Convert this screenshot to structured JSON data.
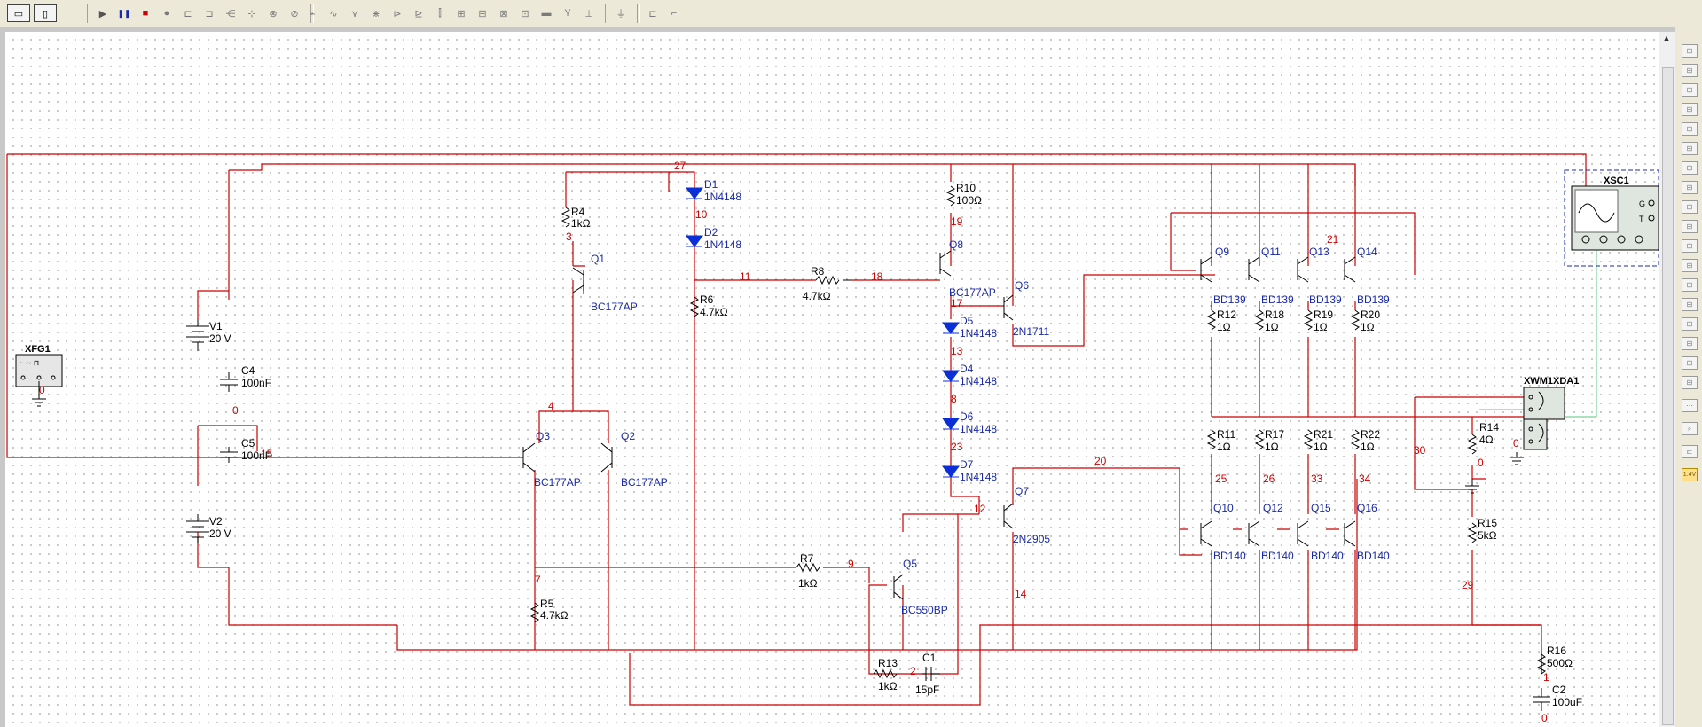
{
  "toolbar": {
    "view_mode_1": "▭",
    "view_mode_2": "▯",
    "run": "▶",
    "pause": "❚❚",
    "stop": "■"
  },
  "instruments": {
    "function_generator": "XFG1",
    "oscilloscope": "XSC1",
    "distortion_analyzer": "XWM1XDA1"
  },
  "components": {
    "V1": {
      "ref": "V1",
      "value": "20 V"
    },
    "V2": {
      "ref": "V2",
      "value": "20 V"
    },
    "C4": {
      "ref": "C4",
      "value": "100nF"
    },
    "C5": {
      "ref": "C5",
      "value": "100nF"
    },
    "C1": {
      "ref": "C1",
      "value": "15pF"
    },
    "C2": {
      "ref": "C2",
      "value": "100uF"
    },
    "R4": {
      "ref": "R4",
      "value": "1kΩ"
    },
    "R5": {
      "ref": "R5",
      "value": "4.7kΩ"
    },
    "R6": {
      "ref": "R6",
      "value": "4.7kΩ"
    },
    "R7": {
      "ref": "R7",
      "value": "1kΩ"
    },
    "R8": {
      "ref": "R8",
      "value": "4.7kΩ"
    },
    "R10": {
      "ref": "R10",
      "value": "100Ω"
    },
    "R11": {
      "ref": "R11",
      "value": "1Ω"
    },
    "R12": {
      "ref": "R12",
      "value": "1Ω"
    },
    "R13": {
      "ref": "R13",
      "value": "1kΩ"
    },
    "R14": {
      "ref": "R14",
      "value": "4Ω"
    },
    "R15": {
      "ref": "R15",
      "value": "5kΩ"
    },
    "R16": {
      "ref": "R16",
      "value": "500Ω"
    },
    "R17": {
      "ref": "R17",
      "value": "1Ω"
    },
    "R18": {
      "ref": "R18",
      "value": "1Ω"
    },
    "R19": {
      "ref": "R19",
      "value": "1Ω"
    },
    "R20": {
      "ref": "R20",
      "value": "1Ω"
    },
    "R21": {
      "ref": "R21",
      "value": "1Ω"
    },
    "R22": {
      "ref": "R22",
      "value": "1Ω"
    },
    "D1": {
      "ref": "D1",
      "value": "1N4148"
    },
    "D2": {
      "ref": "D2",
      "value": "1N4148"
    },
    "D4": {
      "ref": "D4",
      "value": "1N4148"
    },
    "D5": {
      "ref": "D5",
      "value": "1N4148"
    },
    "D6": {
      "ref": "D6",
      "value": "1N4148"
    },
    "D7": {
      "ref": "D7",
      "value": "1N4148"
    },
    "Q1": {
      "ref": "Q1",
      "value": "BC177AP"
    },
    "Q2": {
      "ref": "Q2",
      "value": "BC177AP"
    },
    "Q3": {
      "ref": "Q3",
      "value": "BC177AP"
    },
    "Q5": {
      "ref": "Q5",
      "value": "BC550BP"
    },
    "Q6": {
      "ref": "Q6",
      "value": "2N1711"
    },
    "Q7": {
      "ref": "Q7",
      "value": "2N2905"
    },
    "Q8": {
      "ref": "Q8",
      "value": "BC177AP"
    },
    "Q9": {
      "ref": "Q9",
      "value": "BD139"
    },
    "Q11": {
      "ref": "Q11",
      "value": "BD139"
    },
    "Q13": {
      "ref": "Q13",
      "value": "BD139"
    },
    "Q14": {
      "ref": "Q14",
      "value": "BD139"
    },
    "Q10": {
      "ref": "Q10",
      "value": "BD140"
    },
    "Q12": {
      "ref": "Q12",
      "value": "BD140"
    },
    "Q15": {
      "ref": "Q15",
      "value": "BD140"
    },
    "Q16": {
      "ref": "Q16",
      "value": "BD140"
    }
  },
  "nets": {
    "n27": "27",
    "n3": "3",
    "n10": "10",
    "n11": "11",
    "n18": "18",
    "n19": "19",
    "n17": "17",
    "n13": "13",
    "n8": "8",
    "n23": "23",
    "n12": "12",
    "n14": "14",
    "n4": "4",
    "n7": "7",
    "n9": "9",
    "n2": "2",
    "n0a": "0",
    "n0b": "0",
    "n0c": "0",
    "n0d": "0",
    "n15": "15",
    "n20": "20",
    "n21": "21",
    "n25": "25",
    "n26": "26",
    "n33": "33",
    "n34": "34",
    "n30": "30",
    "n29": "29",
    "n1": "1",
    "n0e": "0"
  },
  "oscilloscope_terminals": {
    "g": "G",
    "t": "T"
  },
  "rightbar": {
    "volt_label": "1.4V"
  }
}
